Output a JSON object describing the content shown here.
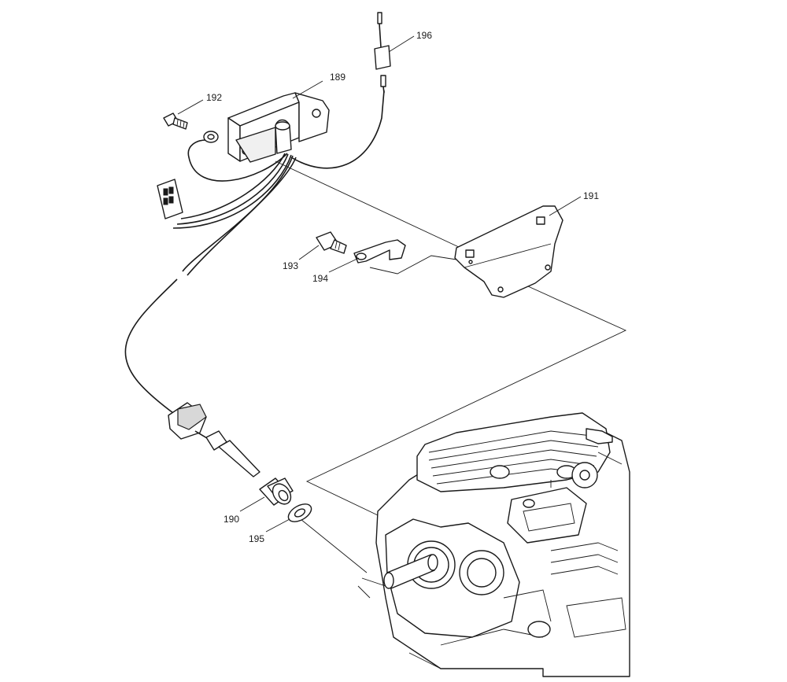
{
  "callouts": [
    {
      "id": "189",
      "label": "189"
    },
    {
      "id": "190",
      "label": "190"
    },
    {
      "id": "191",
      "label": "191"
    },
    {
      "id": "192",
      "label": "192"
    },
    {
      "id": "193",
      "label": "193"
    },
    {
      "id": "194",
      "label": "194"
    },
    {
      "id": "195",
      "label": "195"
    },
    {
      "id": "196",
      "label": "196"
    }
  ]
}
